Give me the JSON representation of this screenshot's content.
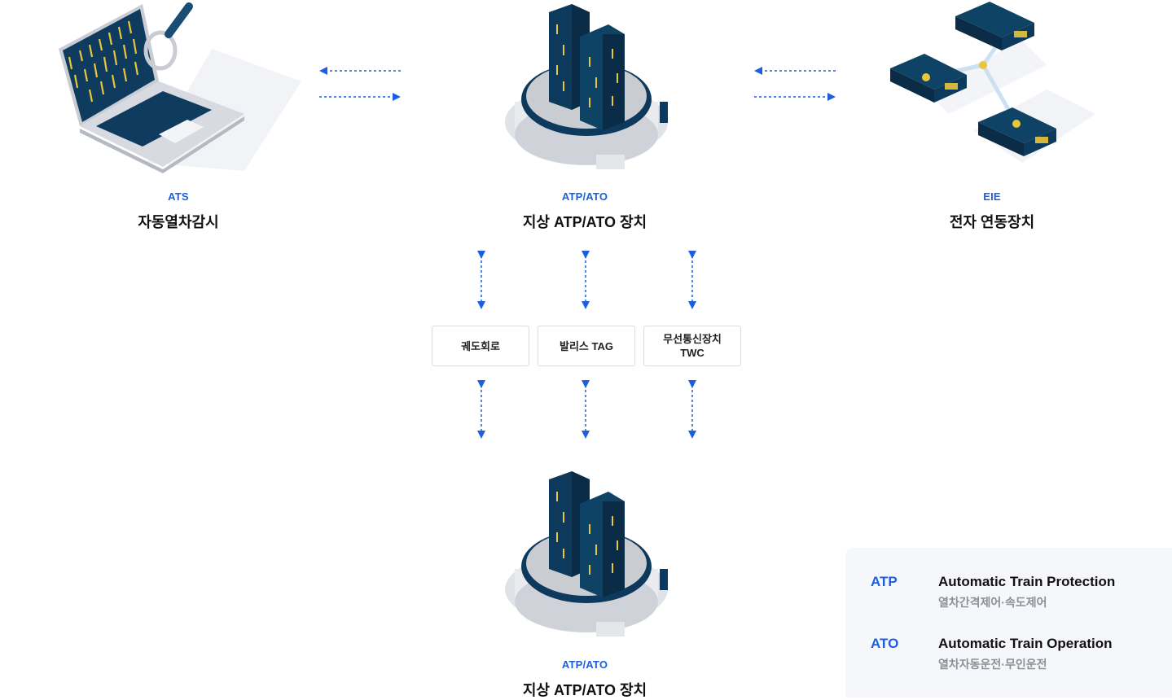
{
  "nodes": {
    "ats": {
      "code": "ATS",
      "name": "자동열차감시"
    },
    "wayside_top": {
      "code": "ATP/ATO",
      "name": "지상 ATP/ATO 장치"
    },
    "eie": {
      "code": "EIE",
      "name": "전자 연동장치"
    },
    "wayside_bottom": {
      "code": "ATP/ATO",
      "name": "지상 ATP/ATO 장치"
    }
  },
  "boxes": [
    {
      "line1": "궤도회로",
      "line2": ""
    },
    {
      "line1": "발리스 TAG",
      "line2": ""
    },
    {
      "line1": "무선통신장치",
      "line2": "TWC"
    }
  ],
  "legend": [
    {
      "abbr": "ATP",
      "full": "Automatic Train Protection",
      "desc": "열차간격제어·속도제어"
    },
    {
      "abbr": "ATO",
      "full": "Automatic Train Operation",
      "desc": "열차자동운전·무인운전"
    }
  ],
  "colors": {
    "accent": "#1a5fe0",
    "navy": "#0d3a5c",
    "gold": "#e8c63a"
  }
}
